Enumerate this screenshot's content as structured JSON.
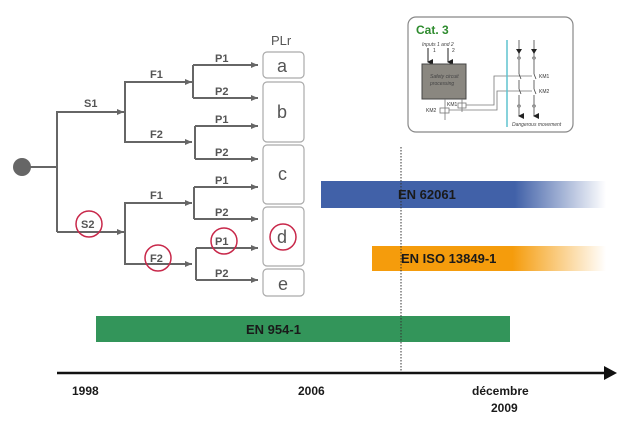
{
  "risk_graph": {
    "title": "PLr",
    "root": "start",
    "severity": [
      {
        "label": "S1",
        "highlighted": false
      },
      {
        "label": "S2",
        "highlighted": true
      }
    ],
    "frequency": [
      {
        "label": "F1",
        "branch": "S1",
        "highlighted": false
      },
      {
        "label": "F2",
        "branch": "S1",
        "highlighted": false
      },
      {
        "label": "F1",
        "branch": "S2",
        "highlighted": false
      },
      {
        "label": "F2",
        "branch": "S2",
        "highlighted": true
      }
    ],
    "possibility": [
      {
        "label": "P1",
        "highlighted": false
      },
      {
        "label": "P2",
        "highlighted": false
      },
      {
        "label": "P1",
        "highlighted": false
      },
      {
        "label": "P2",
        "highlighted": false
      },
      {
        "label": "P1",
        "highlighted": false
      },
      {
        "label": "P2",
        "highlighted": false
      },
      {
        "label": "P1",
        "highlighted": true
      },
      {
        "label": "P2",
        "highlighted": false
      }
    ],
    "levels": [
      {
        "label": "a",
        "highlighted": false
      },
      {
        "label": "b",
        "highlighted": false
      },
      {
        "label": "c",
        "highlighted": false
      },
      {
        "label": "d",
        "highlighted": true
      },
      {
        "label": "e",
        "highlighted": false
      }
    ],
    "highlight_color": "#c8284a",
    "line_color": "#666666"
  },
  "category_card": {
    "title": "Cat. 3",
    "inputs_label": "Inputs 1 and 2",
    "input_1": "1",
    "input_2": "2",
    "block_label_1": "Safety circuit",
    "block_label_2": "processing",
    "km1": "KM1",
    "km2": "KM2",
    "km1_coil": "KM1",
    "km2_coil": "KM2",
    "output_label": "Dangerous movement",
    "title_color": "#2e8b2e"
  },
  "timeline": {
    "standards": [
      {
        "name": "EN 62061",
        "color": "#4161a8",
        "fades_out": true
      },
      {
        "name": "EN ISO 13849-1",
        "color": "#f59c0c",
        "fades_out": true
      },
      {
        "name": "EN 954-1",
        "color": "#33955a",
        "fades_out": false
      }
    ],
    "ticks": [
      {
        "line1": "1998",
        "line2": ""
      },
      {
        "line1": "2006",
        "line2": ""
      },
      {
        "line1": "décembre",
        "line2": "2009"
      }
    ]
  }
}
